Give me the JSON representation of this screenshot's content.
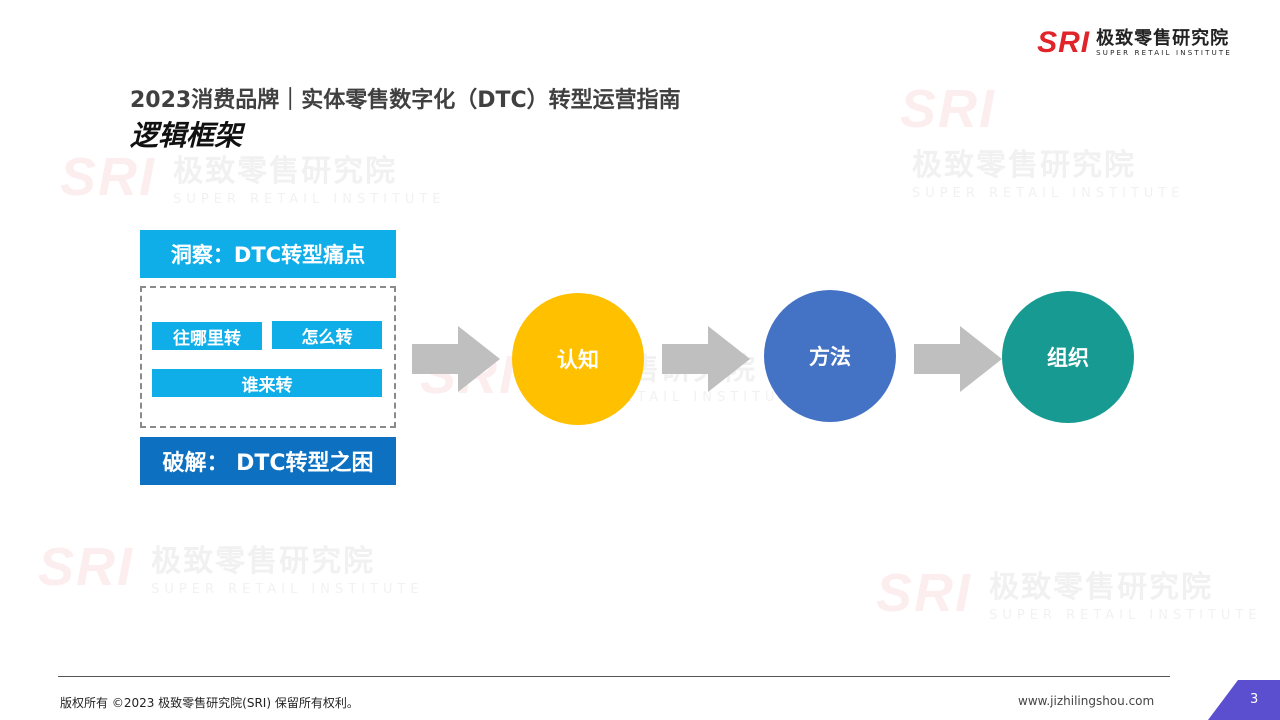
{
  "header": {
    "logo_mark": "SRI",
    "logo_cn": "极致零售研究院",
    "logo_en": "SUPER RETAIL INSTITUTE",
    "page_title": "2023消费品牌｜实体零售数字化（DTC）转型运营指南",
    "section_title": "逻辑框架"
  },
  "framework": {
    "insight_label": "洞察：DTC转型痛点",
    "chips": [
      "往哪里转",
      "怎么转",
      "谁来转"
    ],
    "solve_label": "破解： DTC转型之困"
  },
  "flow": {
    "steps": [
      "认知",
      "方法",
      "组织"
    ]
  },
  "footer": {
    "copyright": "版权所有 ©2023  极致零售研究院(SRI)  保留所有权利。",
    "website": "www.jizhilingshou.com",
    "page_number": "3"
  },
  "colors": {
    "light_blue": "#10aee8",
    "dark_blue": "#0d70c0",
    "yellow": "#ffc000",
    "blue": "#4472c4",
    "teal": "#169a91",
    "brand_red": "#e0242a",
    "corner_purple": "#5b4fcf"
  }
}
